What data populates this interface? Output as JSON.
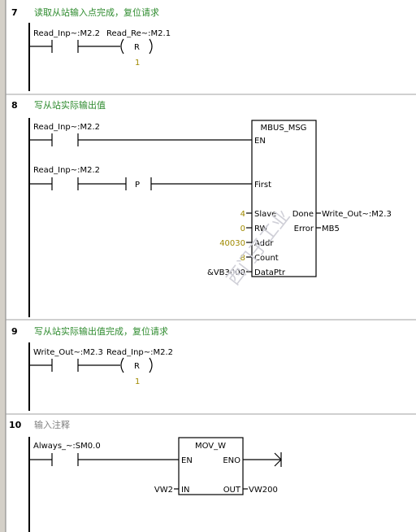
{
  "networks": [
    {
      "number": "7",
      "comment": "读取从站输入点完成，复位请求",
      "contact_1": "Read_Inp~:M2.2",
      "coil_operand": "Read_Re~:M2.1",
      "coil_type": "R",
      "coil_count": "1"
    },
    {
      "number": "8",
      "comment": "写从站实际输出值",
      "contact_en": "Read_Inp~:M2.2",
      "contact_first": "Read_Inp~:M2.2",
      "pos_edge": "P",
      "block": {
        "title": "MBUS_MSG",
        "en": "EN",
        "first": "First",
        "slave": "Slave",
        "rw": "RW",
        "addr": "Addr",
        "count": "Count",
        "dataptr": "DataPtr",
        "done": "Done",
        "error": "Error",
        "val_slave": "4",
        "val_rw": "0",
        "val_addr": "40030",
        "val_count": "8",
        "val_dataptr": "&VB3000",
        "out_done": "Write_Out~:M2.3",
        "out_error": "MB5"
      }
    },
    {
      "number": "9",
      "comment": "写从站实际输出值完成，复位请求",
      "contact_1": "Write_Out~:M2.3",
      "coil_operand": "Read_Inp~:M2.2",
      "coil_type": "R",
      "coil_count": "1"
    },
    {
      "number": "10",
      "comment": "输入注释",
      "contact_1": "Always_~:SM0.0",
      "block": {
        "title": "MOV_W",
        "en": "EN",
        "eno": "ENO",
        "in": "IN",
        "out": "OUT",
        "val_in": "VW2",
        "val_out": "VW200"
      }
    }
  ],
  "watermark": "西门子工业",
  "colors": {
    "comment": "#2e8b2e",
    "value": "#a08a00",
    "gutter": "#d4d0c8"
  }
}
